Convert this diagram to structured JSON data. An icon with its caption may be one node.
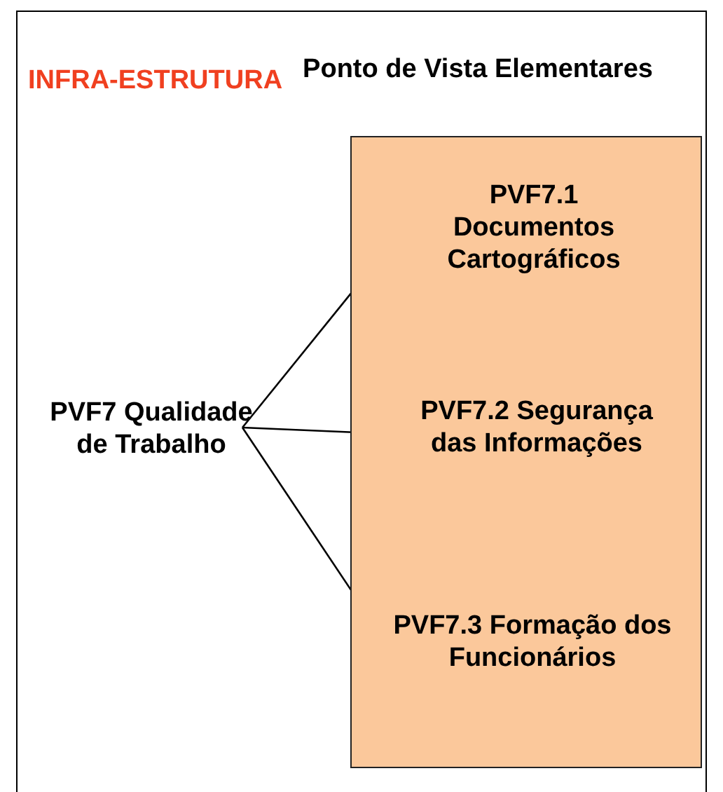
{
  "diagram": {
    "title": "INFRA-ESTRUTURA",
    "nodes": [
      {
        "text": [
          "PVF7 Qualidade de Trabalho"
        ]
      },
      {
        "text": [
          "Ponto de Vista Elementares"
        ]
      },
      {
        "text": [
          "PVF7.1 Documentos Cartográficos"
        ],
        "in": 1
      },
      {
        "text": [
          "PVF7.2 Segurança das Informações"
        ],
        "in": 1
      },
      {
        "text": [
          "PVF7.3 Formação dos Funcionários"
        ],
        "in": 1
      }
    ],
    "edges": [
      {
        "from": 0,
        "to": 2,
        "arrow": "none"
      },
      {
        "from": 0,
        "to": 3,
        "arrow": "none"
      },
      {
        "from": 0,
        "to": 4,
        "arrow": "none"
      }
    ]
  }
}
